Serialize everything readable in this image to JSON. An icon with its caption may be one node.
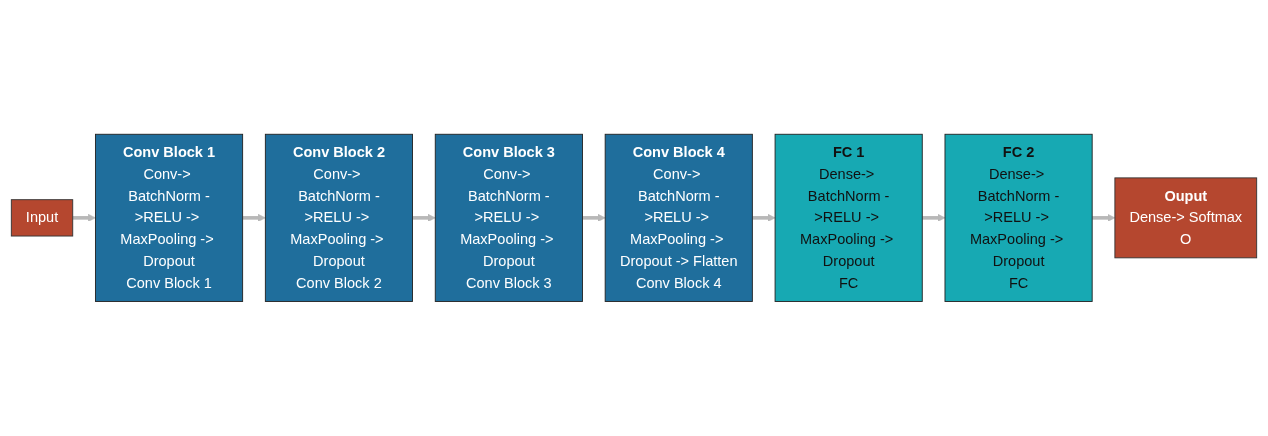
{
  "diagram": {
    "nodes": [
      {
        "text": [
          "Input"
        ]
      },
      {
        "text": [
          "Conv Block 1",
          "Conv-> BatchNorm ->RELU -> MaxPooling -> Dropout",
          "Conv Block 1"
        ]
      },
      {
        "text": [
          "Conv Block 2",
          "Conv-> BatchNorm ->RELU -> MaxPooling -> Dropout",
          "Conv Block 2"
        ]
      },
      {
        "text": [
          "Conv Block 3",
          "Conv-> BatchNorm ->RELU -> MaxPooling -> Dropout",
          "Conv Block 3"
        ]
      },
      {
        "text": [
          "Conv Block 4",
          "Conv-> BatchNorm ->RELU -> MaxPooling -> Dropout -> Flatten",
          "Conv Block 4"
        ]
      },
      {
        "text": [
          "FC 1",
          "Dense-> BatchNorm ->RELU -> MaxPooling -> Dropout",
          "FC"
        ]
      },
      {
        "text": [
          "FC 2",
          "Dense-> BatchNorm ->RELU -> MaxPooling -> Dropout",
          "FC"
        ]
      },
      {
        "text": [
          "Ouput",
          "Dense-> Softmax",
          "O"
        ]
      }
    ],
    "edges": [
      {
        "from": 0,
        "to": 1,
        "arrow": "to"
      },
      {
        "from": 1,
        "to": 2,
        "arrow": "to"
      },
      {
        "from": 2,
        "to": 3,
        "arrow": "to"
      },
      {
        "from": 3,
        "to": 4,
        "arrow": "to"
      },
      {
        "from": 4,
        "to": 5,
        "arrow": "to"
      },
      {
        "from": 5,
        "to": 6,
        "arrow": "to"
      },
      {
        "from": 6,
        "to": 7,
        "arrow": "to"
      }
    ]
  }
}
